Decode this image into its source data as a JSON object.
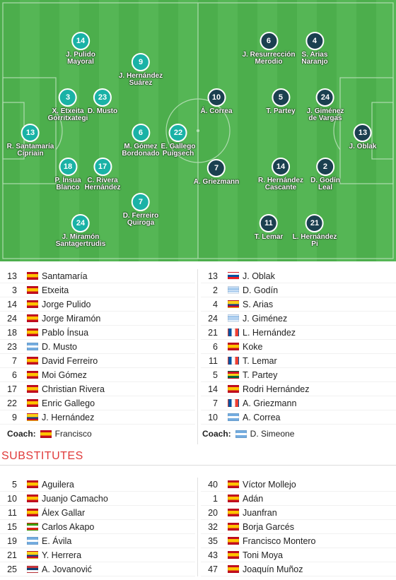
{
  "pitch": {
    "home_color": "#1ab2a6",
    "away_color": "#1b4050",
    "home_players": [
      {
        "num": "14",
        "name1": "J. Pulido",
        "name2": "Mayoral"
      },
      {
        "num": "9",
        "name1": "J. Hernández",
        "name2": "Suárez"
      },
      {
        "num": "3",
        "name1": "X. Etxeita",
        "name2": "Gorritxategi"
      },
      {
        "num": "23",
        "name1": "D. Musto",
        "name2": ""
      },
      {
        "num": "13",
        "name1": "R. Santamaría",
        "name2": "Cipriain"
      },
      {
        "num": "6",
        "name1": "M. Gómez",
        "name2": "Bordonado"
      },
      {
        "num": "22",
        "name1": "E. Gallego",
        "name2": "Puigsech"
      },
      {
        "num": "18",
        "name1": "P. Ínsua",
        "name2": "Blanco"
      },
      {
        "num": "17",
        "name1": "C. Rivera",
        "name2": "Hernández"
      },
      {
        "num": "7",
        "name1": "D. Ferreiro",
        "name2": "Quiroga"
      },
      {
        "num": "24",
        "name1": "J. Miramón",
        "name2": "Santagertrudis"
      }
    ],
    "away_players": [
      {
        "num": "6",
        "name1": "J. Resurrección",
        "name2": "Merodio"
      },
      {
        "num": "4",
        "name1": "S. Arias",
        "name2": "Naranjo"
      },
      {
        "num": "10",
        "name1": "Á. Correa",
        "name2": ""
      },
      {
        "num": "5",
        "name1": "T. Partey",
        "name2": ""
      },
      {
        "num": "24",
        "name1": "J. Giménez",
        "name2": "de Vargas"
      },
      {
        "num": "13",
        "name1": "J. Oblak",
        "name2": ""
      },
      {
        "num": "7",
        "name1": "A. Griezmann",
        "name2": ""
      },
      {
        "num": "14",
        "name1": "R. Hernández",
        "name2": "Cascante"
      },
      {
        "num": "2",
        "name1": "D. Godín",
        "name2": "Leal"
      },
      {
        "num": "11",
        "name1": "T. Lemar",
        "name2": ""
      },
      {
        "num": "21",
        "name1": "L. Hernández",
        "name2": "Pi"
      }
    ]
  },
  "home_lineup": [
    {
      "num": "13",
      "flag": "spain-flag",
      "name": "Santamaría"
    },
    {
      "num": "3",
      "flag": "spain-flag",
      "name": "Etxeita"
    },
    {
      "num": "14",
      "flag": "spain-flag",
      "name": "Jorge Pulido"
    },
    {
      "num": "24",
      "flag": "spain-flag",
      "name": "Jorge Miramón"
    },
    {
      "num": "18",
      "flag": "spain-flag",
      "name": "Pablo Ínsua"
    },
    {
      "num": "23",
      "flag": "argentina-flag",
      "name": "D. Musto"
    },
    {
      "num": "7",
      "flag": "spain-flag",
      "name": "David Ferreiro"
    },
    {
      "num": "6",
      "flag": "spain-flag",
      "name": "Moi Gómez"
    },
    {
      "num": "17",
      "flag": "spain-flag",
      "name": "Christian Rivera"
    },
    {
      "num": "22",
      "flag": "spain-flag",
      "name": "Enric Gallego"
    },
    {
      "num": "9",
      "flag": "colombia-flag",
      "name": "J. Hernández"
    }
  ],
  "away_lineup": [
    {
      "num": "13",
      "flag": "slovenia-flag",
      "name": "J. Oblak"
    },
    {
      "num": "2",
      "flag": "uruguay-flag",
      "name": "D. Godín"
    },
    {
      "num": "4",
      "flag": "colombia-flag",
      "name": "S. Arias"
    },
    {
      "num": "24",
      "flag": "uruguay-flag",
      "name": "J. Giménez"
    },
    {
      "num": "21",
      "flag": "france-flag",
      "name": "L. Hernández"
    },
    {
      "num": "6",
      "flag": "spain-flag",
      "name": "Koke"
    },
    {
      "num": "11",
      "flag": "france-flag",
      "name": "T. Lemar"
    },
    {
      "num": "5",
      "flag": "ghana-flag",
      "name": "T. Partey"
    },
    {
      "num": "14",
      "flag": "spain-flag",
      "name": "Rodri Hernández"
    },
    {
      "num": "7",
      "flag": "france-flag",
      "name": "A. Griezmann"
    },
    {
      "num": "10",
      "flag": "argentina-flag",
      "name": "A. Correa"
    }
  ],
  "coach_label": "Coach:",
  "home_coach": {
    "flag": "spain-flag",
    "name": "Francisco"
  },
  "away_coach": {
    "flag": "argentina-flag",
    "name": "D. Simeone"
  },
  "substitutes_title": "SUBSTITUTES",
  "home_subs": [
    {
      "num": "5",
      "flag": "spain-flag",
      "name": "Aguilera"
    },
    {
      "num": "10",
      "flag": "spain-flag",
      "name": "Juanjo Camacho"
    },
    {
      "num": "11",
      "flag": "spain-flag",
      "name": "Álex Gallar"
    },
    {
      "num": "15",
      "flag": "equatorial-guinea-flag",
      "name": "Carlos Akapo"
    },
    {
      "num": "19",
      "flag": "argentina-flag",
      "name": "E. Ávila"
    },
    {
      "num": "21",
      "flag": "colombia-flag",
      "name": "Y. Herrera"
    },
    {
      "num": "25",
      "flag": "serbia-flag",
      "name": "A. Jovanović"
    }
  ],
  "away_subs": [
    {
      "num": "40",
      "flag": "spain-flag",
      "name": "Víctor Mollejo"
    },
    {
      "num": "1",
      "flag": "spain-flag",
      "name": "Adán"
    },
    {
      "num": "20",
      "flag": "spain-flag",
      "name": "Juanfran"
    },
    {
      "num": "32",
      "flag": "spain-flag",
      "name": "Borja Garcés"
    },
    {
      "num": "35",
      "flag": "spain-flag",
      "name": "Francisco Montero"
    },
    {
      "num": "43",
      "flag": "spain-flag",
      "name": "Toni Moya"
    },
    {
      "num": "47",
      "flag": "spain-flag",
      "name": "Joaquín Muñoz"
    }
  ]
}
